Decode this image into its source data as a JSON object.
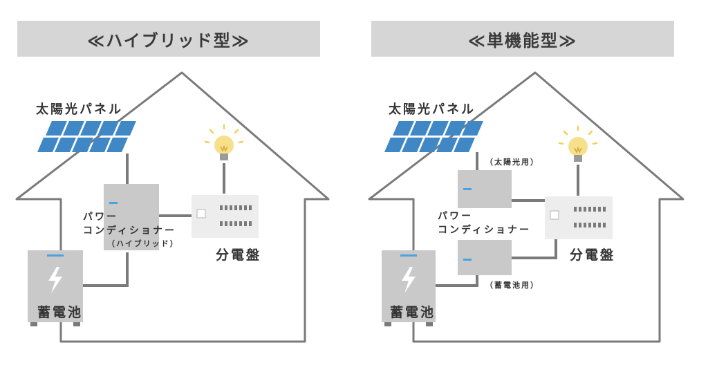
{
  "hybrid": {
    "title": "≪ハイブリッド型≫",
    "solar_label": "太陽光パネル",
    "pc_line1": "パワー",
    "pc_line2": "コンディショナー",
    "pc_line3": "（ハイブリッド）",
    "distribution_label": "分電盤",
    "battery_label": "蓄電池"
  },
  "single": {
    "title": "≪単機能型≫",
    "solar_label": "太陽光パネル",
    "pc_solar_tag": "（太陽光用）",
    "pc_line1": "パワー",
    "pc_line2": "コンディショナー",
    "pc_battery_tag": "（蓄電池用）",
    "distribution_label": "分電盤",
    "battery_label": "蓄電池"
  },
  "colors": {
    "title_bg": "#d6d6d6",
    "house_outline": "#7a7a7a",
    "wire": "#7a7a7a",
    "solar_cell": "#3f88c5",
    "device_box": "#c9c9c9",
    "device_accent": "#4aa3df",
    "bulb": "#f7e08a"
  },
  "icons": [
    "solar-panel-icon",
    "light-bulb-icon",
    "lightning-icon"
  ]
}
